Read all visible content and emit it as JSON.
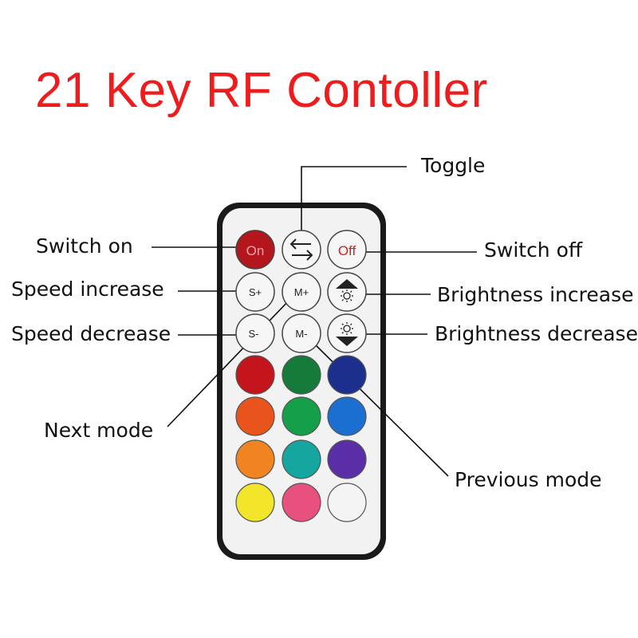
{
  "title": "21 Key RF Contoller",
  "labels": {
    "toggle": "Toggle",
    "switch_on": "Switch on",
    "switch_off": "Switch off",
    "speed_increase": "Speed increase",
    "speed_decrease": "Speed decrease",
    "brightness_increase": "Brightness increase",
    "brightness_decrease": "Brightness decrease",
    "next_mode": "Next mode",
    "previous_mode": "Previous mode"
  },
  "buttons": {
    "on": "On",
    "off": "Off",
    "speed_plus": "S+",
    "speed_minus": "S-",
    "mode_plus": "M+",
    "mode_minus": "M-"
  },
  "colors": {
    "title": "#ee1c1c",
    "on_button": "#b3161c",
    "remote_body": "#f2f2f2",
    "remote_border": "#1a1a1a",
    "color_keys": [
      "#c4151c",
      "#167a3a",
      "#1c2f8c",
      "#e8541b",
      "#14a04a",
      "#1a6fd1",
      "#f08420",
      "#16a6a0",
      "#5a2ea6",
      "#f3e52a",
      "#e8507e",
      "#f4f4f4"
    ]
  }
}
